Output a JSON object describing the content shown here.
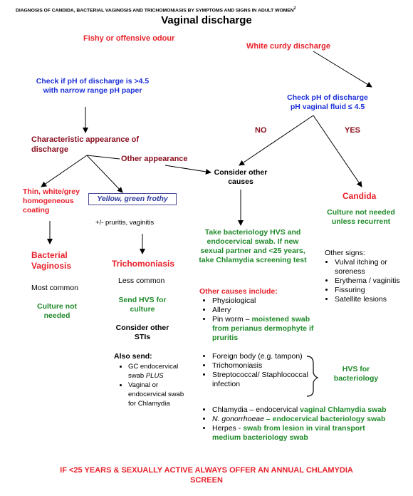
{
  "header": {
    "title": "DIAGNOSIS OF CANDIDA, BACTERIAL VAGINOSIS AND TRICHOMONIASIS BY SYMPTOMS AND SIGNS IN ADULT WOMEN",
    "superscript": "2",
    "main": "Vaginal discharge"
  },
  "left": {
    "fishy": "Fishy or offensive odour",
    "check_ph": "Check if pH of discharge is >4.5",
    "check_ph2": "with narrow range pH paper",
    "characteristic": "Characteristic appearance of",
    "characteristic2": "discharge",
    "other_appearance": "Other appearance",
    "thin": "Thin, white/grey homogeneous coating",
    "yellow": "Yellow, green frothy",
    "pruritis": "+/- pruritis, vaginitis",
    "bv": "Bacterial Vaginosis",
    "most_common": "Most common",
    "culture_not_needed": "Culture not needed",
    "tricho": "Trichomoniasis",
    "less_common": "Less common",
    "send_hvs": "Send HVS for culture",
    "consider_stis": "Consider other STIs",
    "also_send": "Also send:",
    "also_items": [
      "GC endocervical swab PLUS",
      "Vaginal or endocervical swab for Chlamydia"
    ]
  },
  "right": {
    "white_curdy": "White curdy discharge",
    "check_ph": "Check pH of discharge",
    "check_ph2": "pH vaginal fluid ≤ 4.5",
    "no": "NO",
    "yes": "YES",
    "consider_other": "Consider other causes",
    "candida": "Candida",
    "culture_not_needed": "Culture not needed unless recurrent",
    "other_signs": "Other signs:",
    "signs": [
      "Vulval itching or soreness",
      "Erythema / vaginitis",
      "Fissuring",
      "Satellite lesions"
    ]
  },
  "middle": {
    "take_bact": "Take bacteriology HVS and endocervical swab. If new sexual partner and <25 years, take Chlamydia screening test",
    "other_causes": "Other causes include:",
    "causes1": [
      "Physiological",
      "Allery"
    ],
    "pinworm_a": "Pin worm – ",
    "pinworm_b": "moistened swab from perianus dermophyte if pruritis",
    "causes2": [
      "Foreign body (e.g. tampon)",
      "Trichomoniasis",
      "Streptococcal/ Staphlococcal infection"
    ],
    "hvs_bact": "HVS for bacteriology",
    "chlamydia_a": "Chlamydia – endocervical ",
    "chlamydia_b": "vaginal Chlamydia swab",
    "gono_a": "N. gonorrhoeae",
    "gono_b": " – endocervical bacteriology swab",
    "herpes_a": "Herpes - ",
    "herpes_b": "swab from lesion in viral transport medium bacteriology swab"
  },
  "footer": {
    "line1": "IF <25 YEARS & SEXUALLY ACTIVE ALWAYS OFFER AN ANNUAL CHLAMYDIA",
    "line2": "SCREEN"
  }
}
